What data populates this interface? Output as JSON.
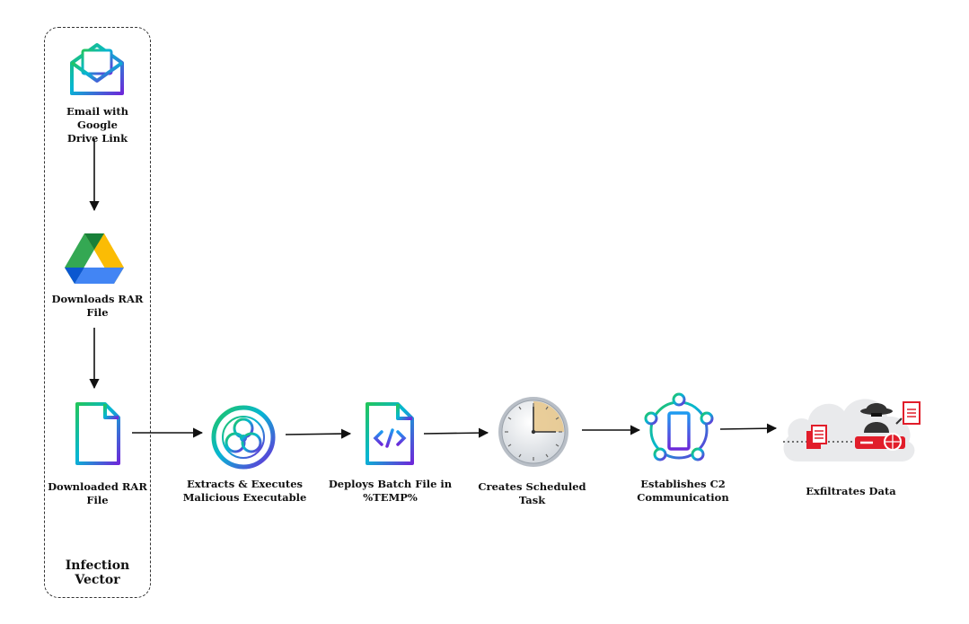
{
  "group": {
    "label": "Infection Vector"
  },
  "nodes": {
    "email": {
      "label": "Email with Google\nDrive Link"
    },
    "drive": {
      "label": "Downloads RAR\nFile"
    },
    "rar": {
      "label": "Downloaded RAR\nFile"
    },
    "extract": {
      "label": "Extracts & Executes\nMalicious Executable"
    },
    "batch": {
      "label": "Deploys Batch File in\n%TEMP%"
    },
    "task": {
      "label": "Creates Scheduled\nTask"
    },
    "c2": {
      "label": "Establishes C2\nCommunication"
    },
    "exfil": {
      "label": "Exfiltrates Data"
    }
  },
  "icons": {
    "email": "email-envelope-icon",
    "drive": "google-drive-icon",
    "rar": "document-file-icon",
    "extract": "biohazard-icon",
    "batch": "code-file-icon",
    "task": "clock-icon",
    "c2": "network-device-icon",
    "exfil": "hacker-cloud-icon"
  },
  "colors": {
    "blue": "#2563eb",
    "cyan": "#06b6d4",
    "green": "#22c55e",
    "purple": "#7c3aed",
    "red": "#e11d2a",
    "drive_yellow": "#fbbc04",
    "drive_green": "#34a853",
    "drive_blue": "#4285f4",
    "clock_sector": "#e8c98f"
  }
}
